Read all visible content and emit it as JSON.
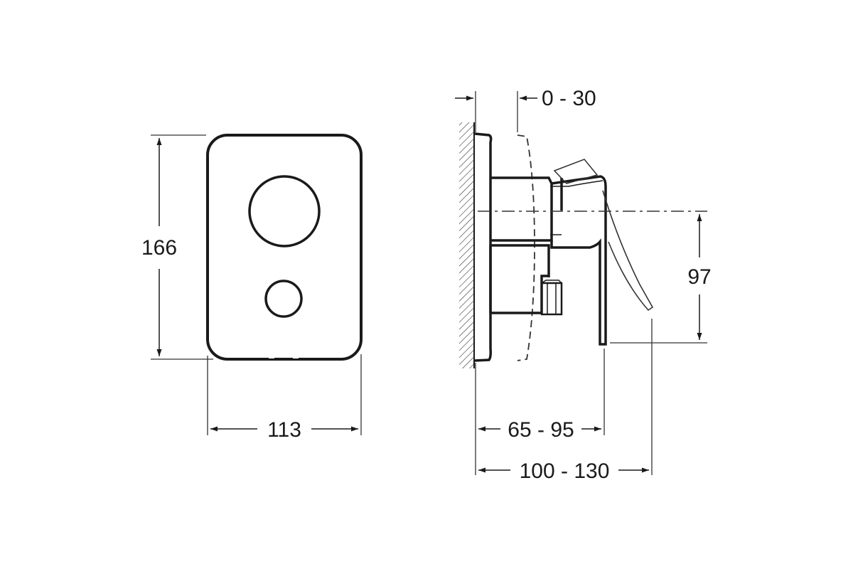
{
  "colors": {
    "background": "#ffffff",
    "line": "#1a1a1a",
    "thin_line": "#333333"
  },
  "front_view": {
    "height_label": "166",
    "width_label": "113"
  },
  "side_view": {
    "adjust_label": "0 - 30",
    "handle_height_label": "97",
    "depth_label": "65 - 95",
    "total_depth_label": "100 - 130"
  }
}
